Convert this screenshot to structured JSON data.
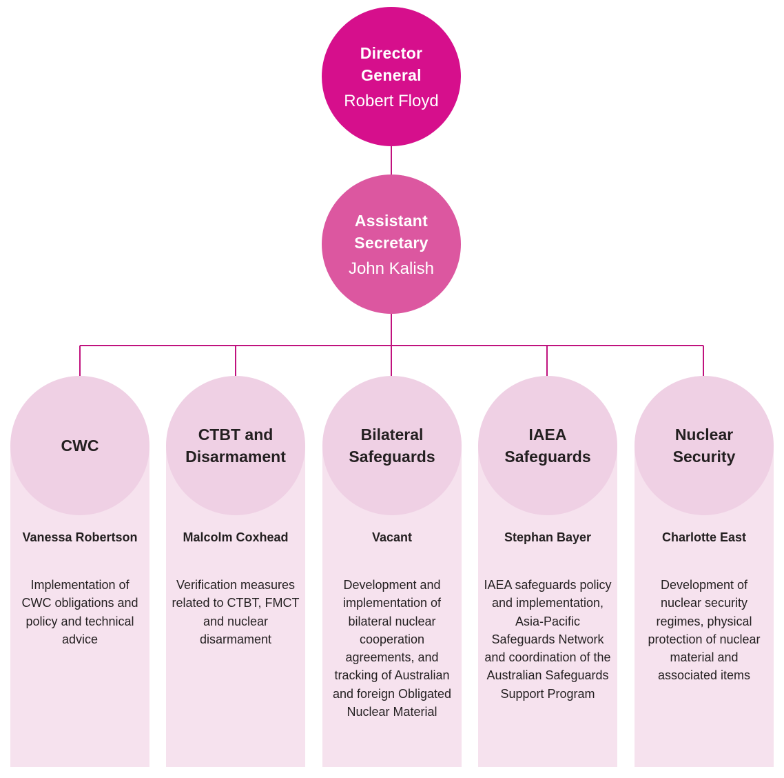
{
  "director": {
    "role": "Director General",
    "name": "Robert Floyd"
  },
  "assistant": {
    "role": "Assistant Secretary",
    "name": "John Kalish"
  },
  "sections": [
    {
      "title": "CWC",
      "head": "Vanessa Robertson",
      "description": "Implementation of CWC obligations and policy and technical advice"
    },
    {
      "title": "CTBT and Disarmament",
      "head": "Malcolm Coxhead",
      "description": "Verification measures related to CTBT, FMCT and nuclear disarmament"
    },
    {
      "title": "Bilateral Safeguards",
      "head": "Vacant",
      "description": "Development and implementation of bilateral nuclear cooperation agreements, and tracking of Australian and foreign Obligated Nuclear Material"
    },
    {
      "title": "IAEA Safeguards",
      "head": "Stephan Bayer",
      "description": "IAEA safeguards policy and implementation, Asia-Pacific Safeguards Network and coordination of the Australian Safeguards Support Program"
    },
    {
      "title": "Nuclear Security",
      "head": "Charlotte East",
      "description": "Development of nuclear security regimes, physical protection of nuclear material and associated items"
    }
  ],
  "colors": {
    "director": "#d60f8c",
    "assistant": "#dc57a0",
    "section_circle": "#efd0e4",
    "section_column": "#f6e2ee",
    "connector": "#c0127e"
  }
}
